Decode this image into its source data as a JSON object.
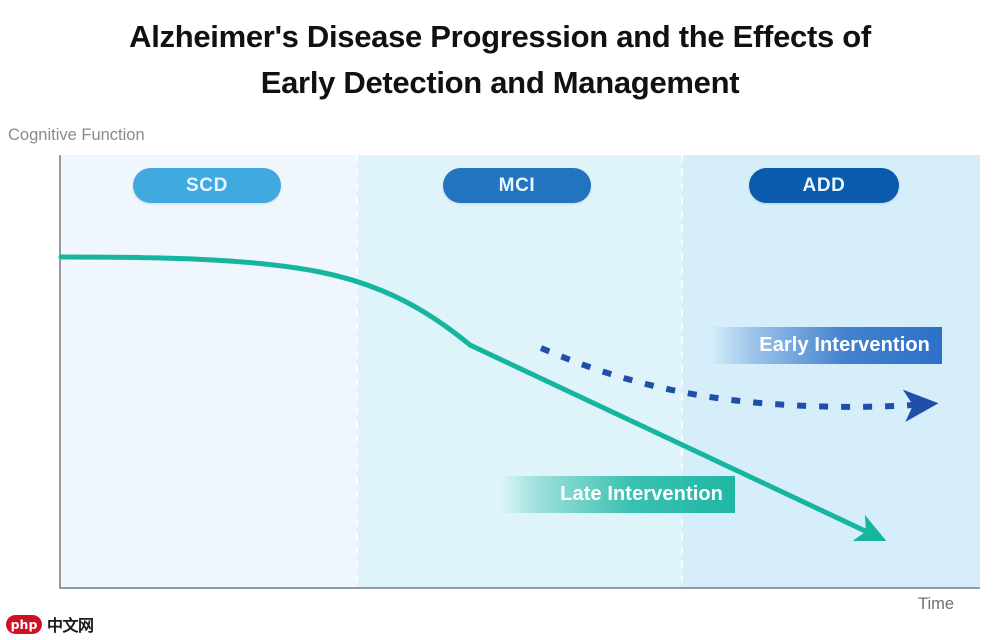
{
  "title": {
    "line1": "Alzheimer's Disease Progression and the Effects of",
    "line2": "Early Detection and Management"
  },
  "axes": {
    "y_label": "Cognitive Function",
    "x_label": "Time"
  },
  "stages": [
    {
      "label": "SCD",
      "color": "#3FA9E0",
      "band_color": "#F0F6FD"
    },
    {
      "label": "MCI",
      "color": "#2273C0",
      "band_color": "#DEF4FA"
    },
    {
      "label": "ADD",
      "color": "#0B5BAD",
      "band_color": "#D5EEFA"
    }
  ],
  "annotations": [
    {
      "label": "Early Intervention",
      "color": "#1F66C4"
    },
    {
      "label": "Late Intervention",
      "color": "#16B5A0"
    }
  ],
  "watermark": {
    "logo_text": "php",
    "text": "中文网",
    "logo_color": "#CE1126"
  },
  "chart_data": {
    "type": "line",
    "title": "Alzheimer's Disease Progression and the Effects of Early Detection and Management",
    "xlabel": "Time",
    "ylabel": "Cognitive Function",
    "grid": false,
    "legend": "none",
    "xlim": [
      0,
      100
    ],
    "ylim": [
      0,
      100
    ],
    "bands": [
      {
        "name": "SCD",
        "x_start": 0,
        "x_end": 32,
        "color": "#F0F6FD"
      },
      {
        "name": "MCI",
        "x_start": 32,
        "x_end": 68,
        "color": "#DEF4FA"
      },
      {
        "name": "ADD",
        "x_start": 68,
        "x_end": 100,
        "color": "#D5EEFA"
      }
    ],
    "series": [
      {
        "name": "Late Intervention",
        "style": "solid",
        "color": "#16B5A0",
        "arrow": true,
        "x": [
          0,
          16,
          32,
          44,
          52,
          68,
          84,
          91
        ],
        "y": [
          76,
          75,
          71,
          60,
          53,
          38,
          17,
          8
        ]
      },
      {
        "name": "Early Intervention",
        "style": "dashed",
        "color": "#1F4FA8",
        "arrow": true,
        "branch_from": "Late Intervention",
        "branch_x": 52,
        "x": [
          52,
          60,
          68,
          78,
          88,
          100
        ],
        "y": [
          55,
          48,
          43,
          39,
          37,
          37
        ]
      }
    ]
  }
}
